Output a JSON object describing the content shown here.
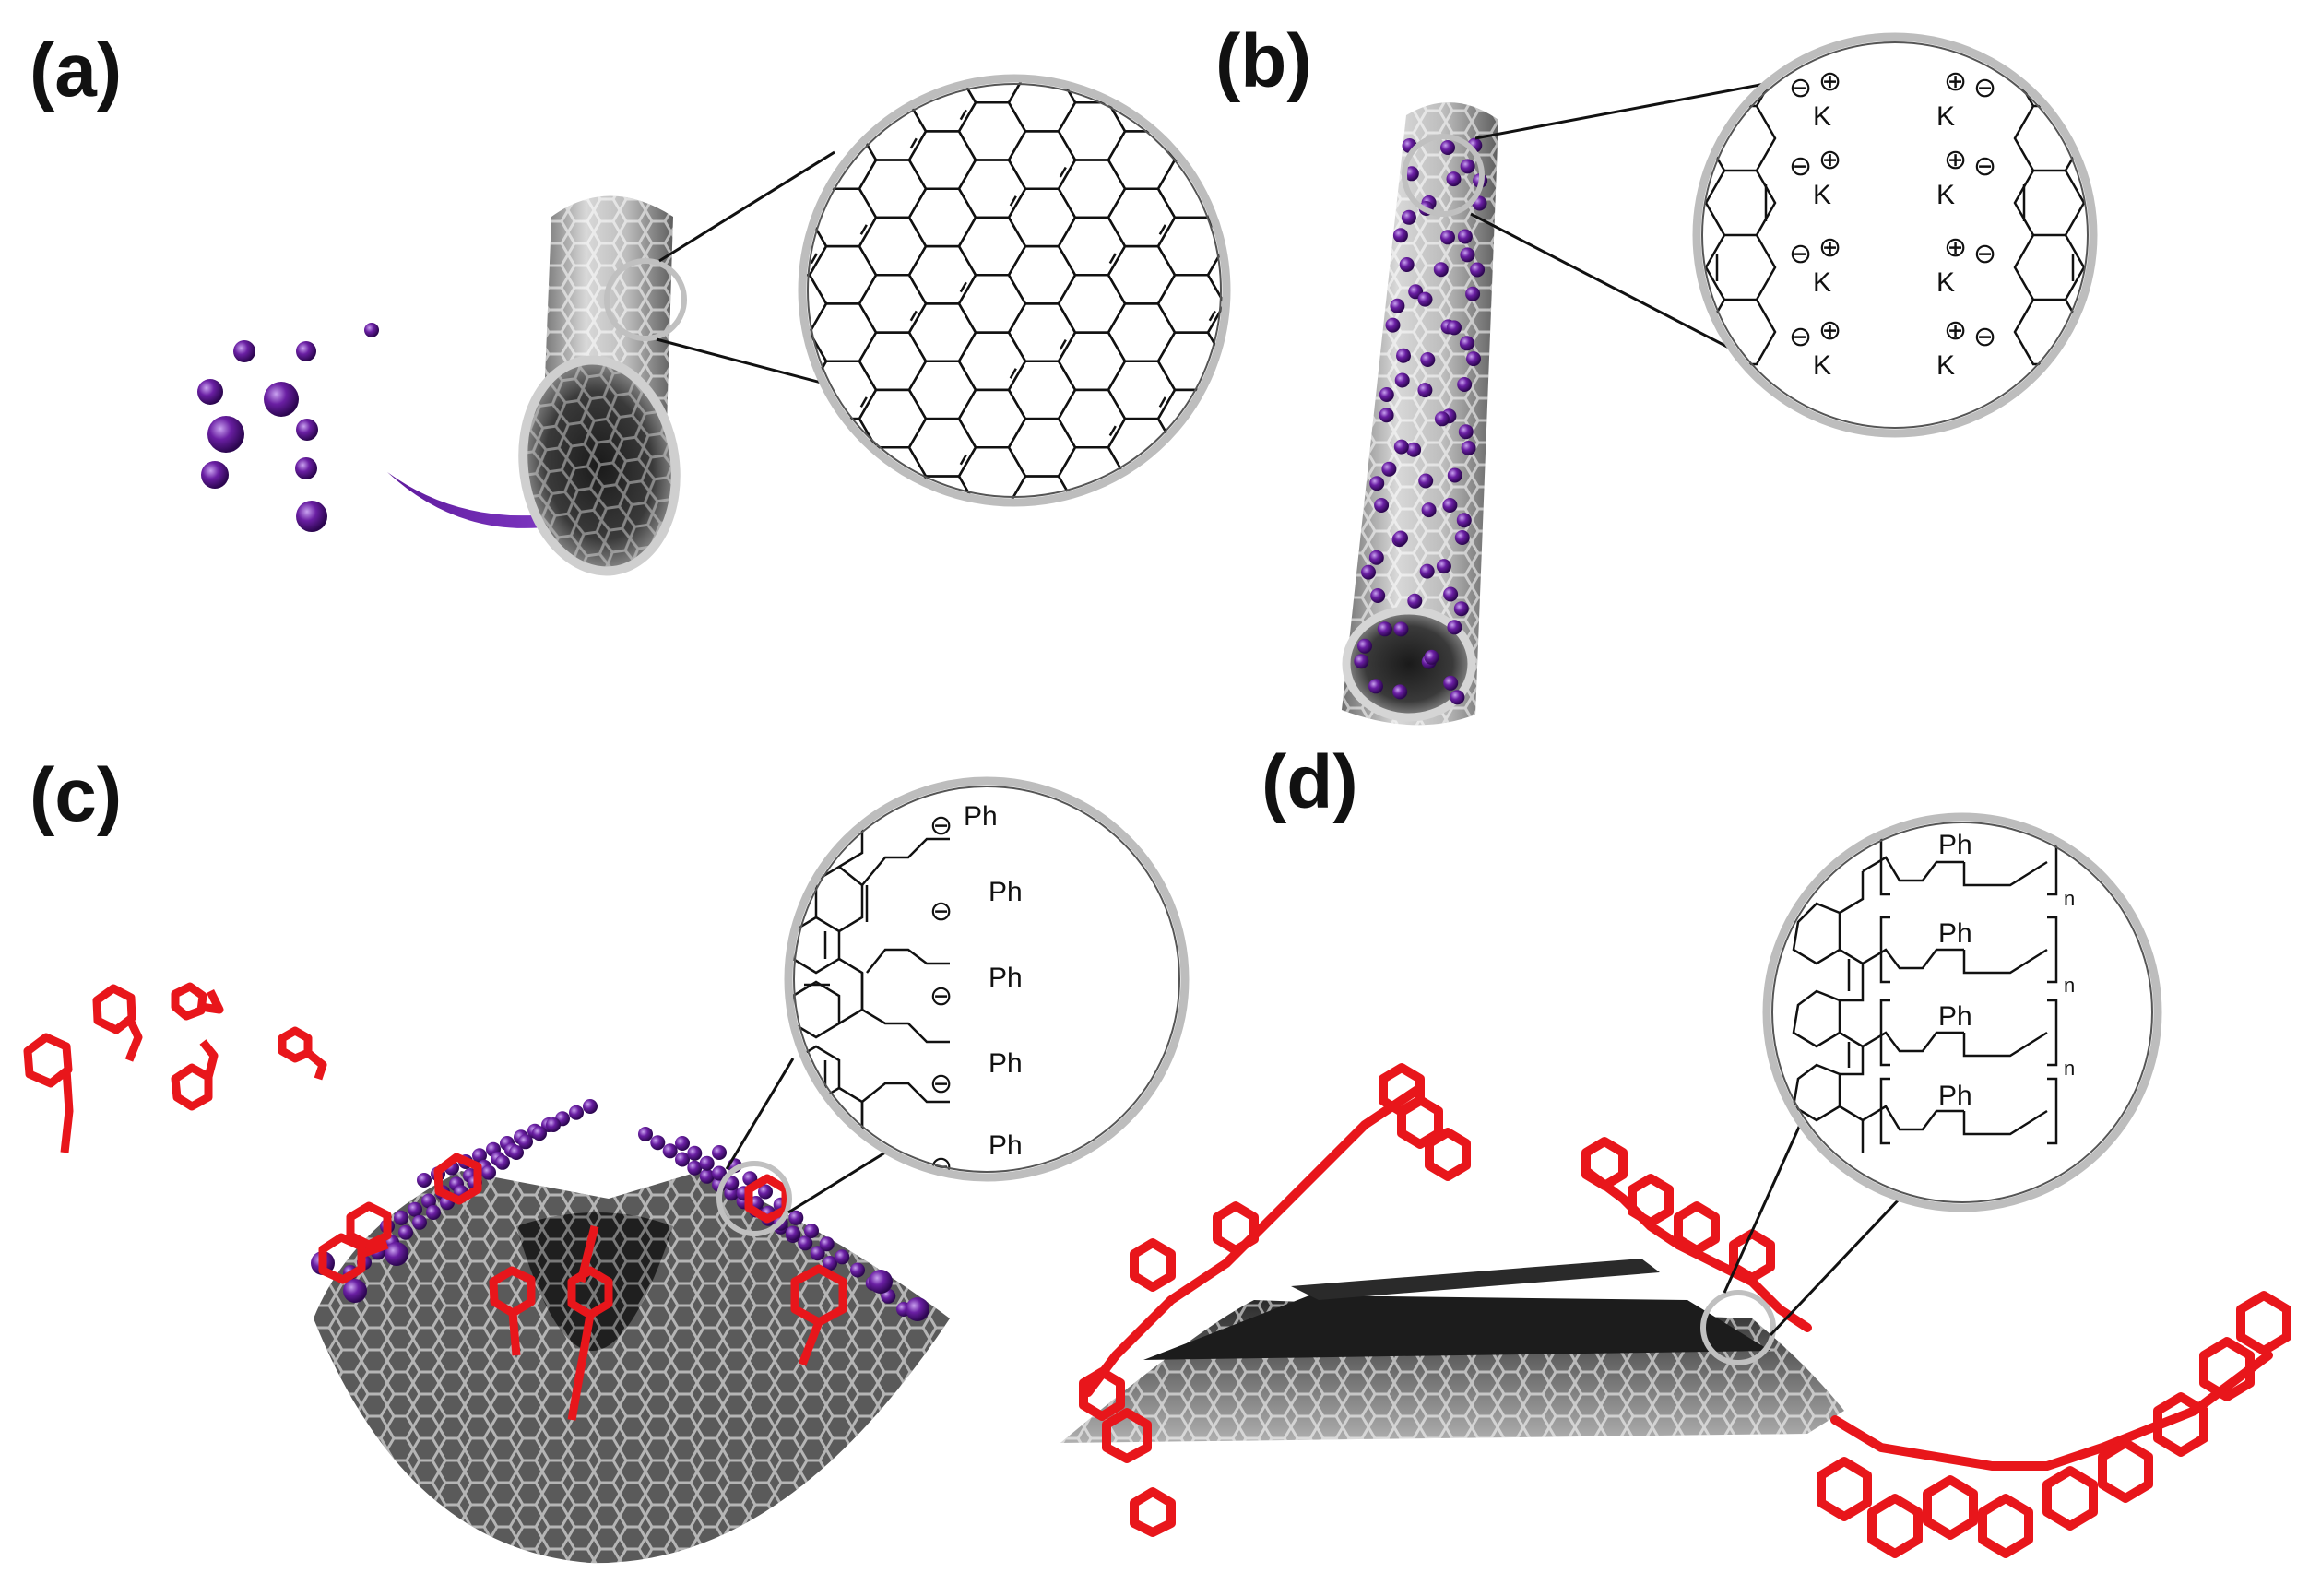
{
  "panels": {
    "a": {
      "label": "(a)",
      "colors": {
        "potassium": "#6a1fa3",
        "arrow": "#7b2fbf",
        "tube": "#9a9a9a"
      }
    },
    "b": {
      "label": "(b)",
      "zoom_labels": [
        "K",
        "K",
        "K",
        "K",
        "K",
        "K",
        "K",
        "K"
      ],
      "charges": {
        "minus": "⊖",
        "plus": "⊕"
      }
    },
    "c": {
      "label": "(c)",
      "zoom_labels": [
        "Ph",
        "Ph",
        "Ph",
        "Ph",
        "Ph"
      ],
      "charge": "⊖",
      "colors": {
        "styrene": "#e8161b"
      }
    },
    "d": {
      "label": "(d)",
      "zoom_labels": [
        "Ph",
        "Ph",
        "Ph",
        "Ph"
      ],
      "subscript": "n",
      "colors": {
        "polystyrene": "#e8161b",
        "graphene": "#555555"
      }
    }
  }
}
